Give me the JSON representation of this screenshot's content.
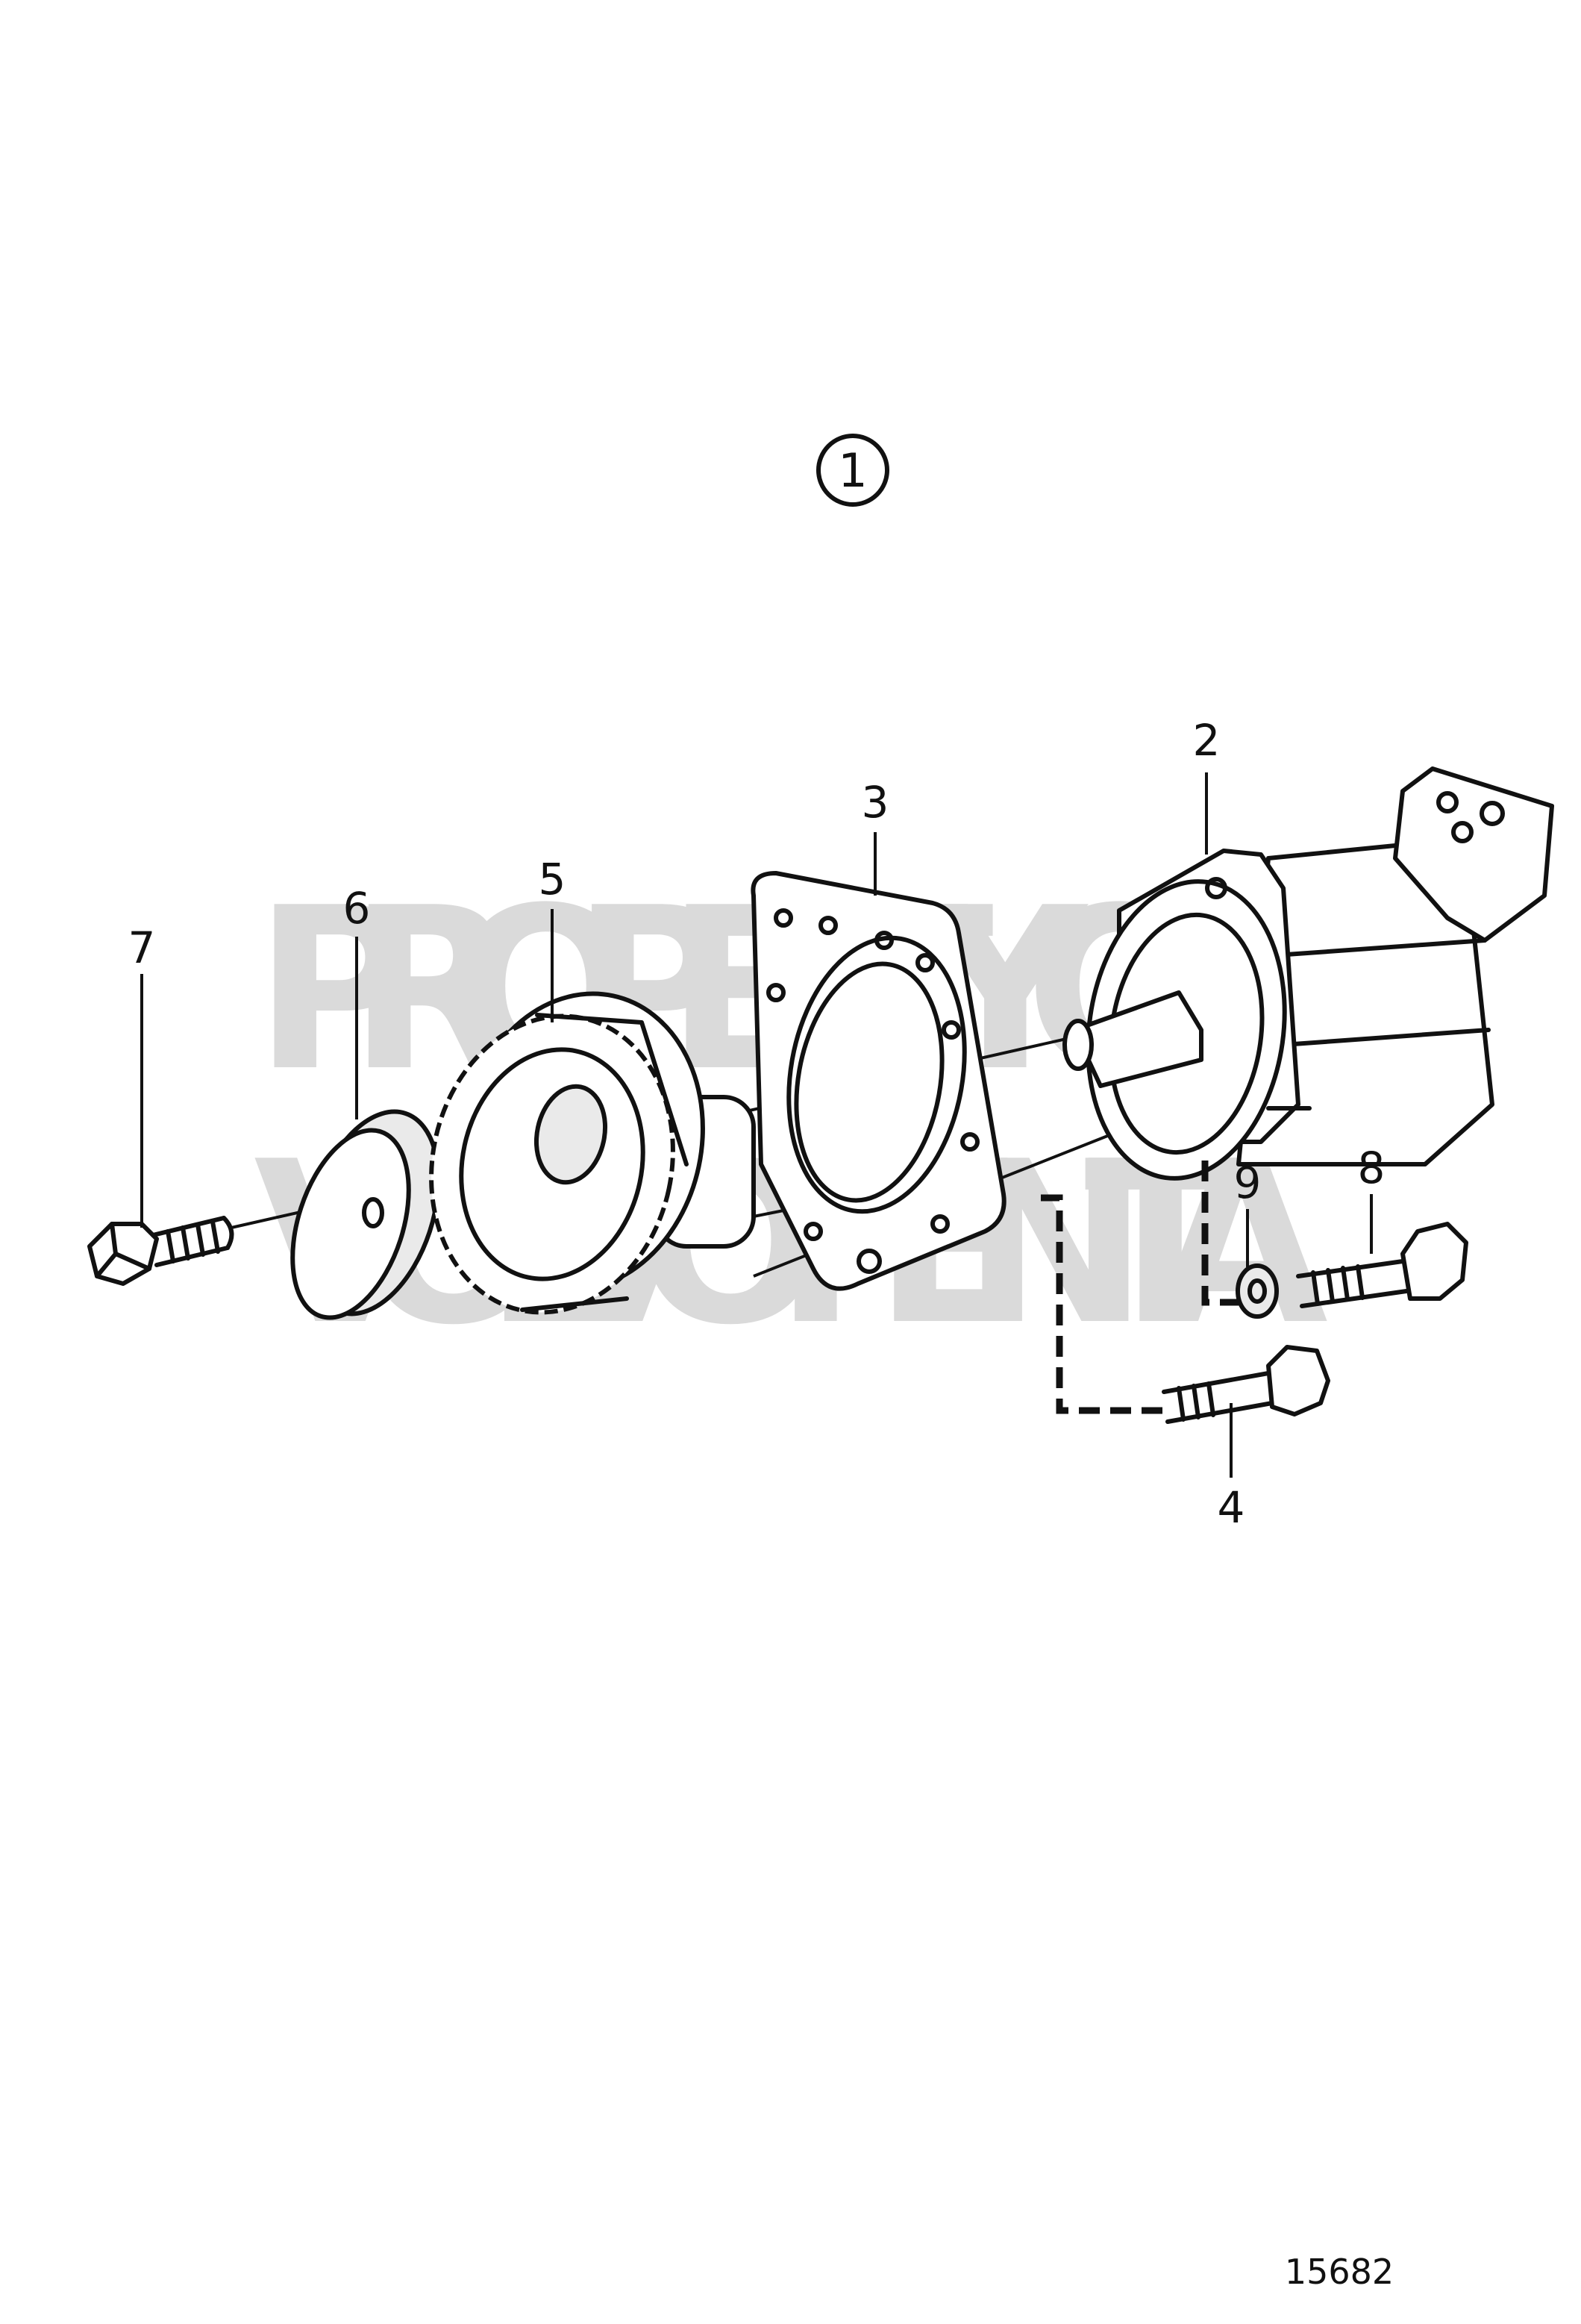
{
  "figure": {
    "view_number": "1",
    "drawing_number": "15682",
    "watermark": {
      "line1": "PROPERTY OF",
      "line2": "VOLVO PENTA"
    },
    "callouts": [
      {
        "id": "2",
        "label": "2"
      },
      {
        "id": "3",
        "label": "3"
      },
      {
        "id": "4",
        "label": "4"
      },
      {
        "id": "5",
        "label": "5"
      },
      {
        "id": "6",
        "label": "6"
      },
      {
        "id": "7",
        "label": "7"
      },
      {
        "id": "8",
        "label": "8"
      },
      {
        "id": "9",
        "label": "9"
      }
    ]
  }
}
